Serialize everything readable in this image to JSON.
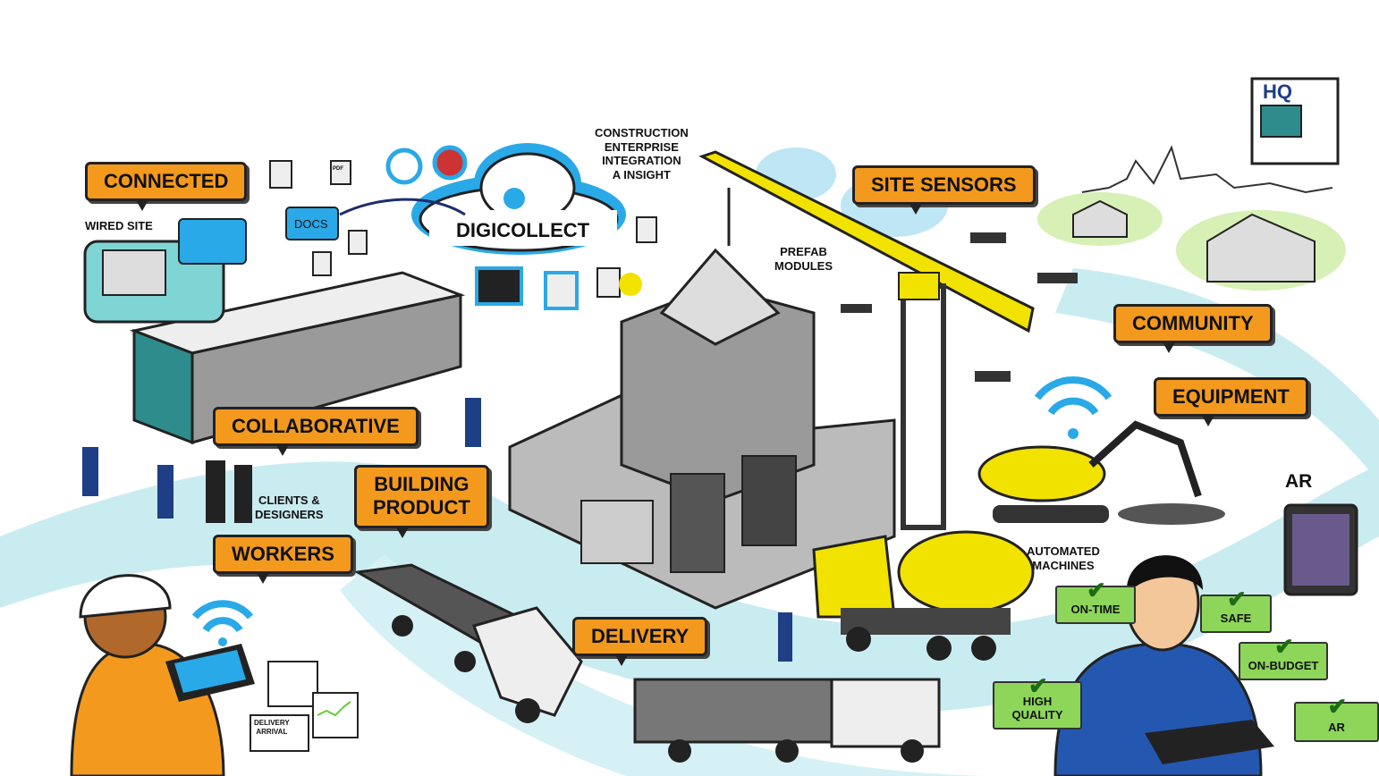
{
  "callouts": {
    "connected": "CONNECTED",
    "site_sensors": "SITE SENSORS",
    "community": "COMMUNITY",
    "equipment": "EQUIPMENT",
    "collaborative": "COLLABORATIVE",
    "building_product_1": "BUILDING",
    "building_product_2": "PRODUCT",
    "workers": "WORKERS",
    "delivery": "DELIVERY"
  },
  "checks": {
    "on_time": "ON-TIME",
    "safe": "SAFE",
    "on_budget": "ON-BUDGET",
    "high_quality_1": "HIGH",
    "high_quality_2": "QUALITY",
    "ar": "AR"
  },
  "labels": {
    "wired_site": "WIRED SITE",
    "clients_1": "CLIENTS &",
    "clients_2": "DESIGNERS",
    "cei_1": "CONSTRUCTION",
    "cei_2": "ENTERPRISE",
    "cei_3": "INTEGRATION",
    "cei_4": "A INSIGHT",
    "prefab_1": "PREFAB",
    "prefab_2": "MODULES",
    "automated_1": "AUTOMATED",
    "automated_2": "MACHINES",
    "ar": "AR",
    "docs": "DOCS",
    "cloud": "DIGICOLLECT",
    "hq": "HQ",
    "delivery_arrival_1": "DELIVERY",
    "delivery_arrival_2": "ARRIVAL",
    "pdf": "PDF"
  },
  "colors": {
    "orange": "#f39a1e",
    "green": "#8dd65a",
    "road": "#c9ecf1",
    "sky": "#bfe6f5",
    "yellow": "#f2e200",
    "wifi": "#2aa9e8"
  }
}
